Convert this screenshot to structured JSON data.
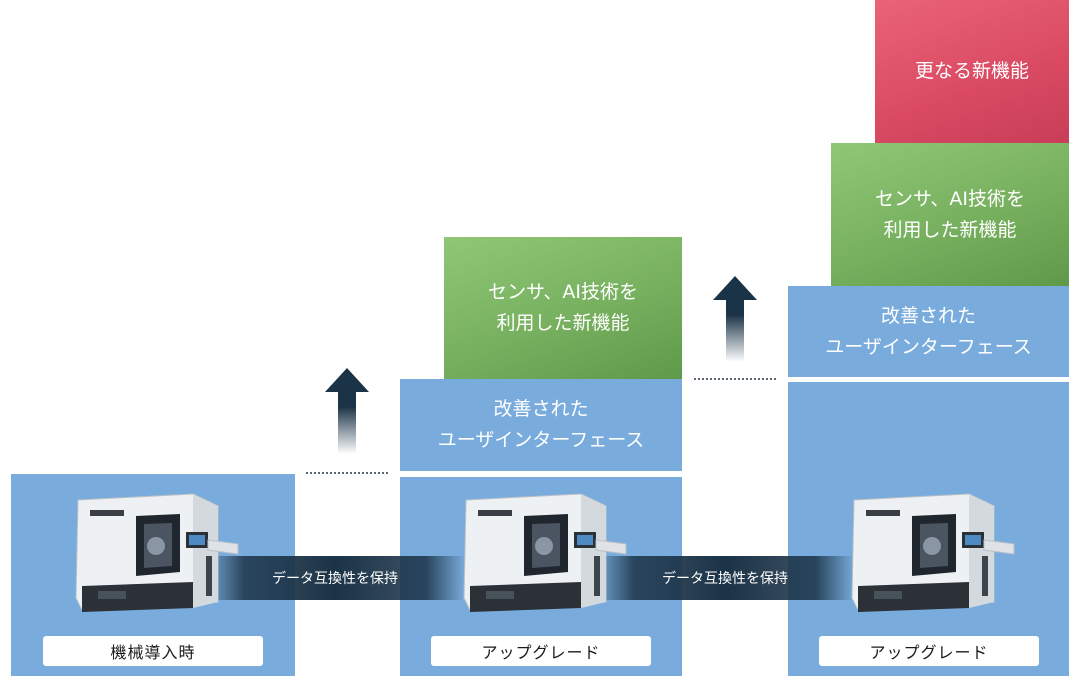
{
  "stages": [
    {
      "label": "機械導入時"
    },
    {
      "label": "アップグレード",
      "ui_line1": "改善された",
      "ui_line2": "ユーザインターフェース",
      "ai_line1": "センサ、AI技術を",
      "ai_line2": "利用した新機能"
    },
    {
      "label": "アップグレード",
      "ui_line1": "改善された",
      "ui_line2": "ユーザインターフェース",
      "ai_line1": "センサ、AI技術を",
      "ai_line2": "利用した新機能",
      "future": "更なる新機能"
    }
  ],
  "connectors": [
    {
      "label": "データ互換性を保持"
    },
    {
      "label": "データ互換性を保持"
    }
  ],
  "colors": {
    "blue": "#79acdc",
    "green": "#77b05f",
    "red": "#d94a62",
    "connector": "#1b3347"
  },
  "icons": [
    "cnc-lathe-icon",
    "up-arrow-icon"
  ]
}
